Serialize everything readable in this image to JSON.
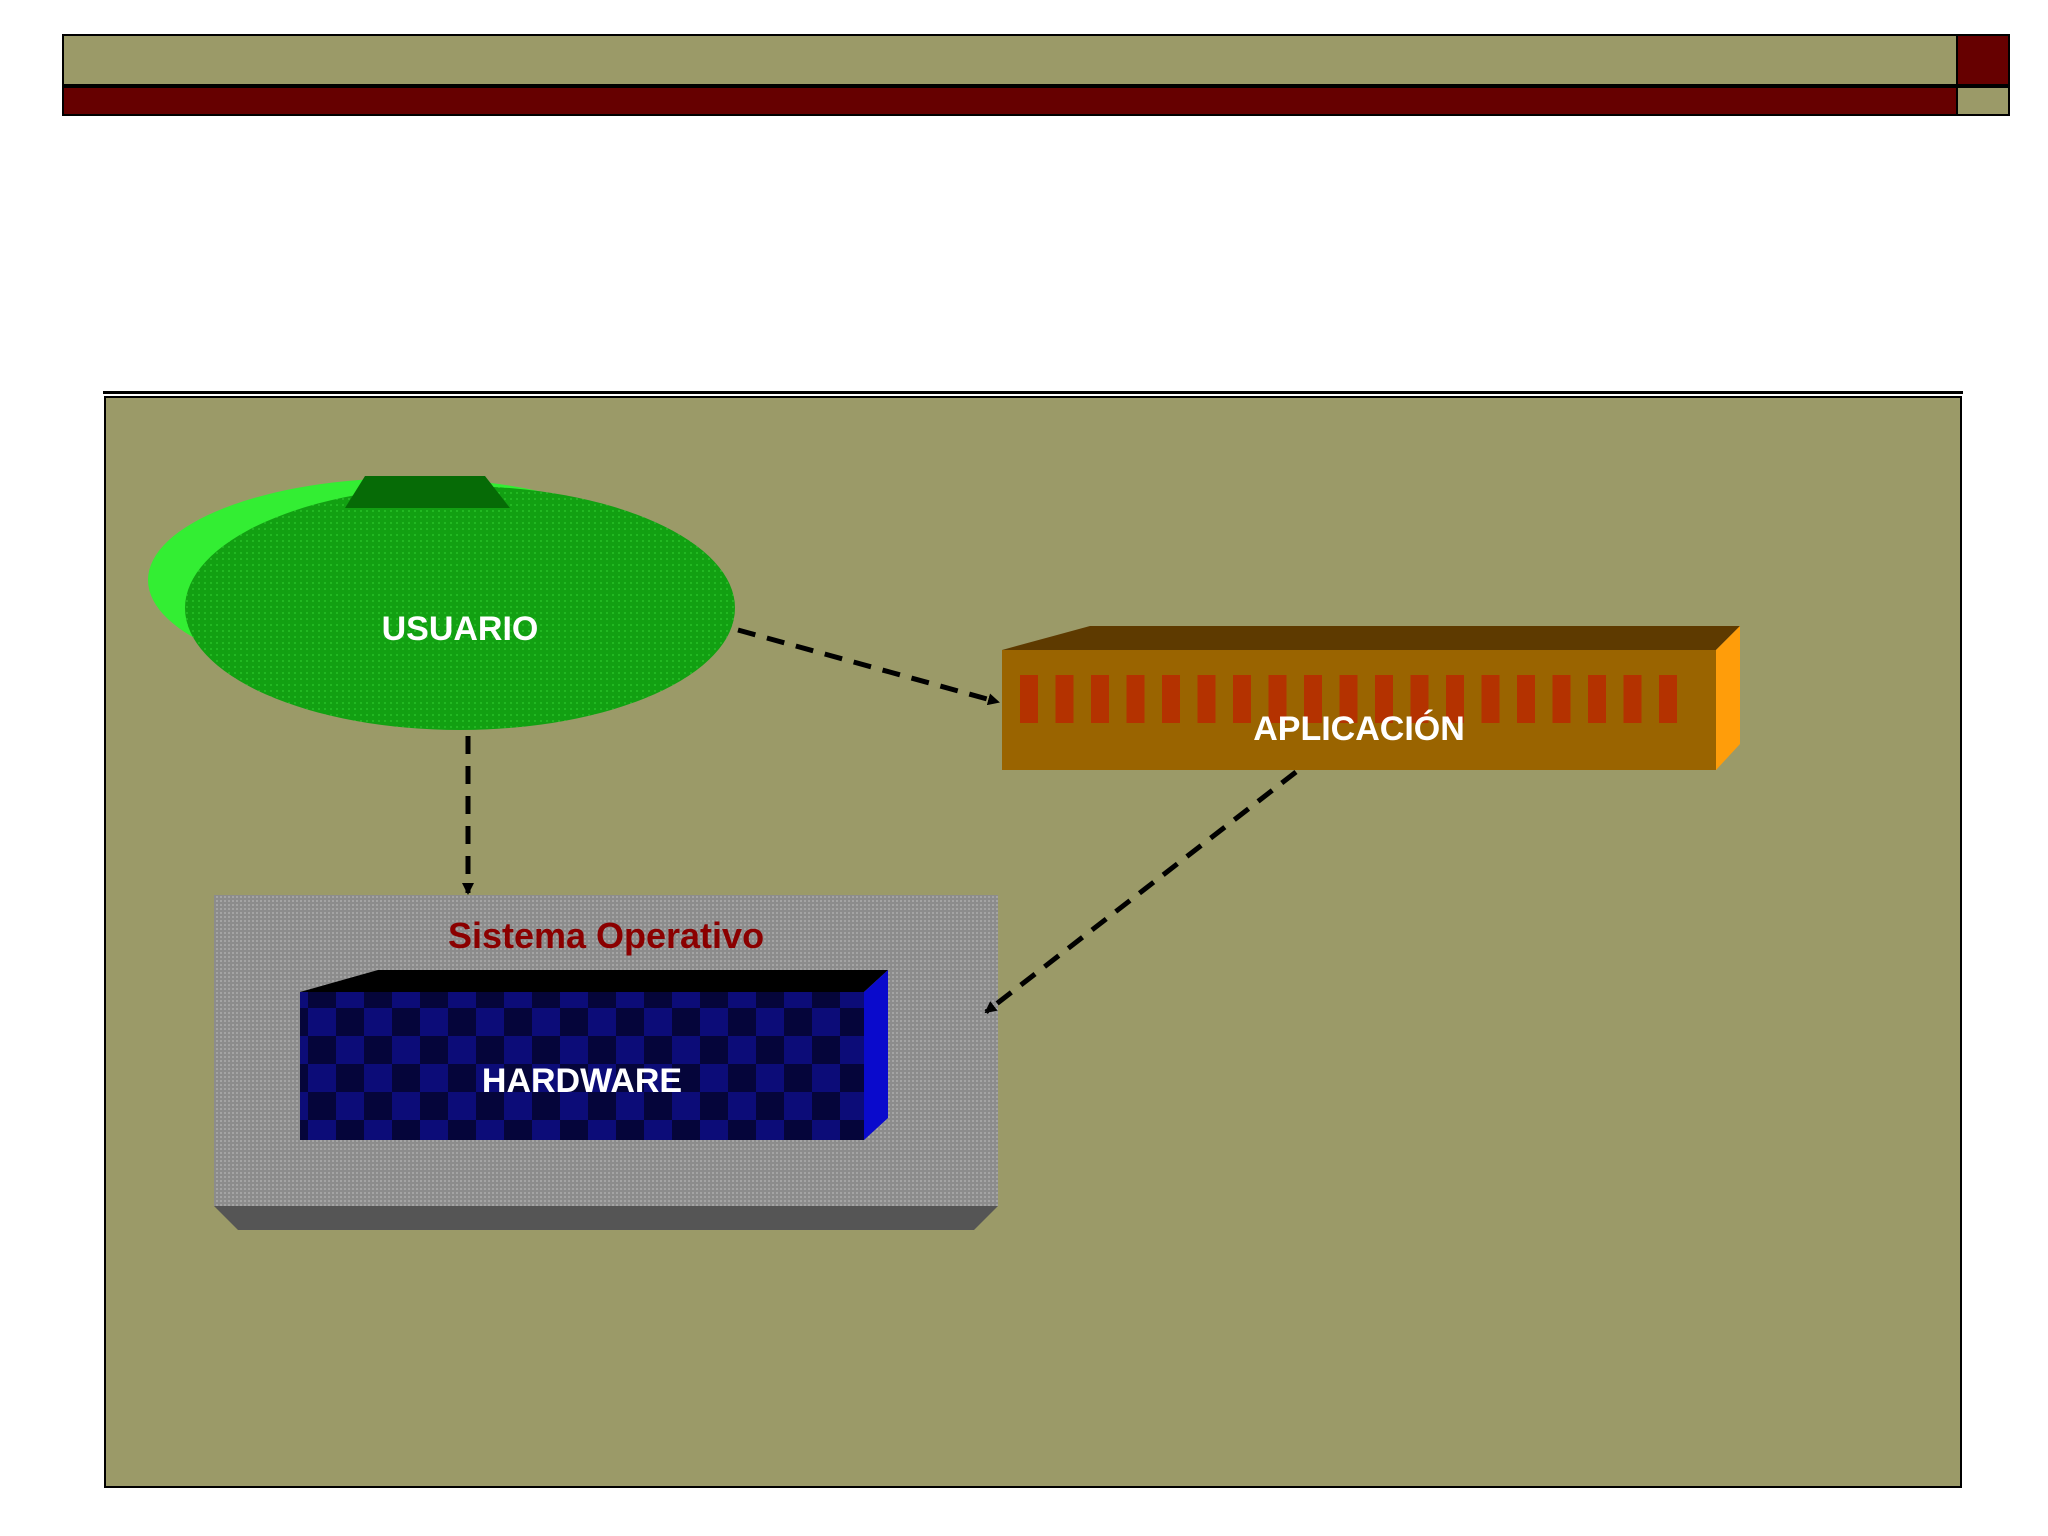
{
  "colors": {
    "olive": "#9b9a68",
    "maroon": "#660000",
    "usuario_green": "#11a311",
    "aplicacion_orange": "#9a6400",
    "so_gray": "#8a8a8a",
    "hardware_blue": "#0a0a70",
    "so_label": "#8b0000"
  },
  "diagram": {
    "nodes": {
      "usuario": {
        "label": "USUARIO"
      },
      "aplicacion": {
        "label": "APLICACIÓN"
      },
      "sistema_operativo": {
        "label": "Sistema Operativo"
      },
      "hardware": {
        "label": "HARDWARE"
      }
    },
    "edges": [
      {
        "from": "usuario",
        "to": "aplicacion",
        "style": "dashed"
      },
      {
        "from": "usuario",
        "to": "sistema_operativo",
        "style": "dashed"
      },
      {
        "from": "aplicacion",
        "to": "sistema_operativo",
        "style": "dashed"
      }
    ]
  }
}
